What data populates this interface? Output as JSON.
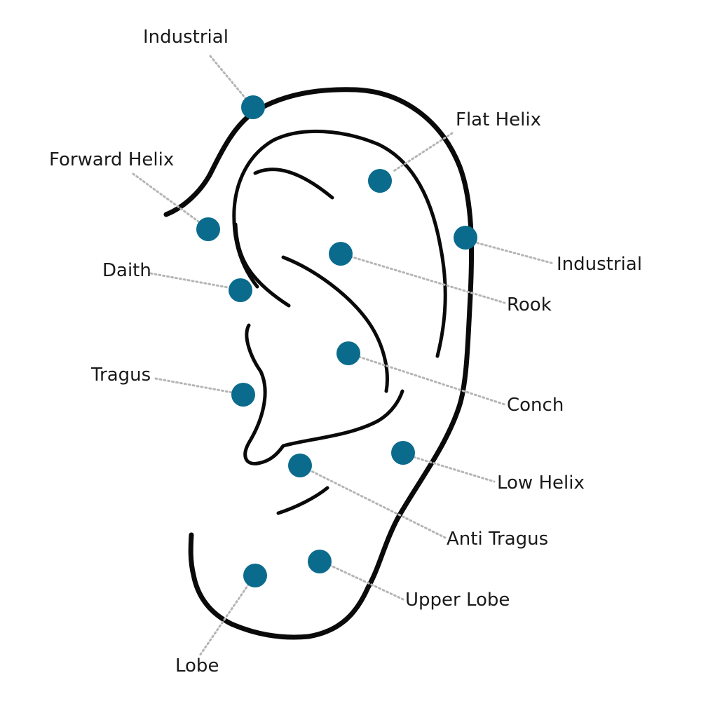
{
  "colors": {
    "dot": "#0a6b8d",
    "outline": "#0a0a0a",
    "leader": "#b5b5b5"
  },
  "piercings": [
    {
      "id": "industrial-top",
      "label": "Industrial"
    },
    {
      "id": "flat-helix",
      "label": "Flat Helix"
    },
    {
      "id": "forward-helix",
      "label": "Forward Helix"
    },
    {
      "id": "industrial-right",
      "label": "Industrial"
    },
    {
      "id": "daith",
      "label": "Daith"
    },
    {
      "id": "rook",
      "label": "Rook"
    },
    {
      "id": "tragus",
      "label": "Tragus"
    },
    {
      "id": "conch",
      "label": "Conch"
    },
    {
      "id": "low-helix",
      "label": "Low Helix"
    },
    {
      "id": "anti-tragus",
      "label": "Anti Tragus"
    },
    {
      "id": "upper-lobe",
      "label": "Upper Lobe"
    },
    {
      "id": "lobe",
      "label": "Lobe"
    }
  ]
}
